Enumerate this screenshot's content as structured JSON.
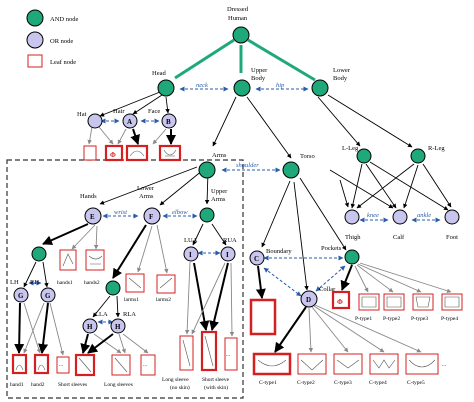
{
  "colors": {
    "and_node": "#1fa87a",
    "or_node": "#c8c6ee",
    "leaf_border": "#d42020",
    "relation": "#2a5caa",
    "decomposition_arrow": "#1fa87a"
  },
  "legend": {
    "and_label": "AND node",
    "or_label": "OR node",
    "leaf_label": "Leaf node"
  },
  "nodes": {
    "dressed_human_line1": "Dressed",
    "dressed_human_line2": "Human",
    "head": "Head",
    "upper_body_line1": "Upper",
    "upper_body_line2": "Body",
    "lower_body_line1": "Lower",
    "lower_body_line2": "Body",
    "hat": "Hat",
    "hair": "Hair",
    "face": "Face",
    "node_a": "A",
    "node_b": "B",
    "arms": "Arms",
    "torso": "Torso",
    "l_leg": "L-Leg",
    "r_leg": "R-Leg",
    "hands": "Hands",
    "lower_arms_line1": "Lower",
    "lower_arms_line2": "Arms",
    "upper_arms_line1": "Upper",
    "upper_arms_line2": "Arms",
    "node_e": "E",
    "node_f": "F",
    "lua": "LUA",
    "rua": "RUA",
    "node_i1": "I",
    "node_i2": "I",
    "lh": "LH",
    "rh": "RH",
    "node_g1": "G",
    "node_g2": "G",
    "lla": "LLA",
    "rla": "RLA",
    "node_h1": "H",
    "node_h2": "H",
    "boundary": "Boundary",
    "pockets": "Pockets",
    "collar": "Collar",
    "node_c": "C",
    "node_d": "D",
    "thigh": "Thigh",
    "calf": "Calf",
    "foot": "Foot"
  },
  "relations": {
    "neck": "neck",
    "hip": "hip",
    "shoulder": "shoulder",
    "wrist": "wrist",
    "elbow": "elbow",
    "knee": "knee",
    "ankle": "ankle"
  },
  "leaves": {
    "phi1": "Φ",
    "phi2": "Φ",
    "hands1": "hands1",
    "hands2": "hands2",
    "larms1": "larms1",
    "larms2": "larms2",
    "hand1": "hand1",
    "hand2": "hand2",
    "short_sleeves": "Short sleeves",
    "long_sleeves": "Long sleeves",
    "long_sleeve_line1": "Long sleeve",
    "long_sleeve_line2": "(no skin)",
    "short_sleeve_line1": "Short sleeve",
    "short_sleeve_line2": "(with skin)",
    "dots1": "...",
    "dots2": "...",
    "dots3": "...",
    "dots4": "...",
    "ptype1": "P-type1",
    "ptype2": "P-type2",
    "ptype3": "P-type3",
    "ptype4": "P-type4",
    "ctype1": "C-type1",
    "ctype2": "C-type2",
    "ctype3": "C-type3",
    "ctype4": "C-type4",
    "ctype5": "C-type5"
  }
}
